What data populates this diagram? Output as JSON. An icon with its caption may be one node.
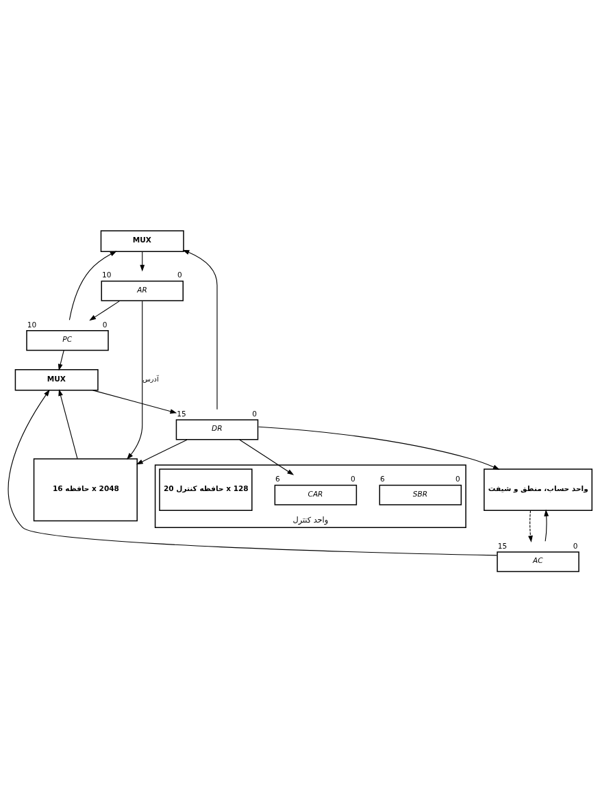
{
  "diagram": {
    "nodes": [
      {
        "text": [
          "MUX"
        ]
      },
      {
        "text": [
          "AR"
        ],
        "beside": [
          "10",
          "0"
        ]
      },
      {
        "text": [
          "PC"
        ],
        "beside": [
          "10",
          "0"
        ]
      },
      {
        "text": [
          "حافظه 16 x 2048"
        ]
      },
      {
        "text": [
          "MUX"
        ]
      },
      {
        "text": [
          "DR"
        ],
        "beside": [
          "15",
          "0"
        ]
      },
      {
        "text": [
          "واحد حساب، منطق و شیفت"
        ]
      },
      {
        "text": [
          "AC"
        ],
        "beside": [
          "15",
          "0"
        ]
      },
      {
        "text": [
          "واحد کنترل"
        ]
      },
      {
        "text": [
          "SBR"
        ],
        "beside": [
          "6",
          "0"
        ],
        "in": 8
      },
      {
        "text": [
          "CAR"
        ],
        "beside": [
          "6",
          "0"
        ],
        "in": 8
      },
      {
        "text": [
          "حافظه کنترل 20 x 128"
        ],
        "in": 8
      }
    ],
    "edges": [
      {
        "from": 2,
        "to": 0,
        "arrow": "to"
      },
      {
        "from": 5,
        "to": 0,
        "arrow": "to"
      },
      {
        "from": 5,
        "to": 3,
        "arrow": "to"
      },
      {
        "from": 0,
        "to": 1,
        "arrow": "to"
      },
      {
        "from": 1,
        "to": 2,
        "arrow": "to"
      },
      {
        "from": 1,
        "to": 3,
        "arrow": "to",
        "label": "آدرس"
      },
      {
        "from": 2,
        "to": 4,
        "arrow": "to"
      },
      {
        "from": 3,
        "to": 4,
        "arrow": "to"
      },
      {
        "from": 7,
        "to": 4,
        "arrow": "to"
      },
      {
        "from": 4,
        "to": 5,
        "arrow": "to"
      },
      {
        "from": 5,
        "to": 10,
        "arrow": "to"
      },
      {
        "from": 5,
        "to": 6,
        "arrow": "to"
      },
      {
        "from": 7,
        "to": 6,
        "arrow": "to"
      },
      {
        "from": 6,
        "to": 7,
        "arrow": "to",
        "style": "dashed"
      }
    ]
  }
}
